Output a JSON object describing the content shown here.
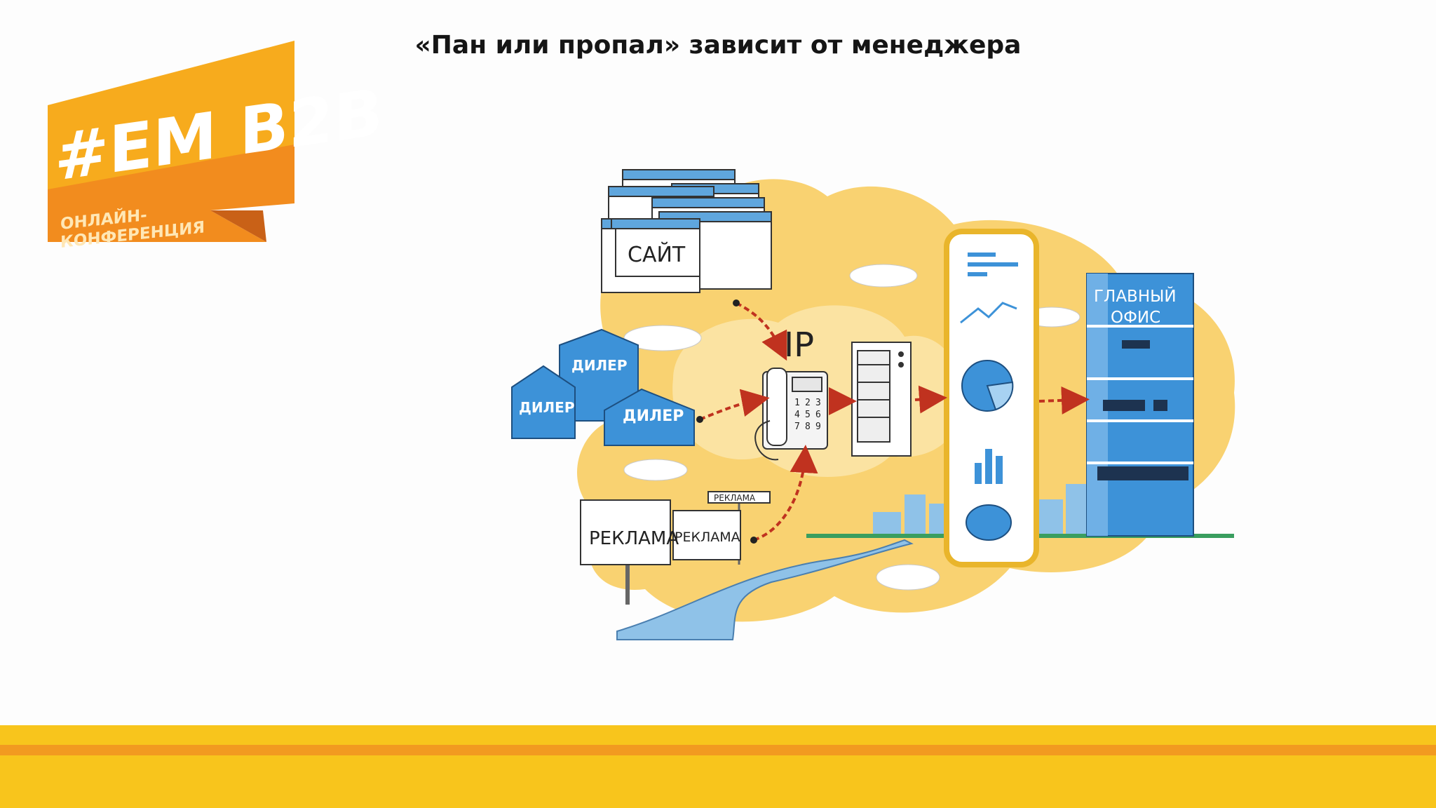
{
  "slide": {
    "title": "«Пан или пропал» зависит от менеджера"
  },
  "logo": {
    "hashtag": "#EM B2B",
    "subtitle_line1": "ОНЛАЙН-",
    "subtitle_line2": "КОНФЕРЕНЦИЯ"
  },
  "diagram": {
    "site_label": "САЙТ",
    "ip_label": "IP",
    "dealer_labels": [
      "ДИЛЕР",
      "ДИЛЕР",
      "ДИЛЕР"
    ],
    "ad_labels": [
      "РЕКЛАМА",
      "РЕКЛАМА",
      "РЕКЛАМА"
    ],
    "office_label_line1": "ГЛАВНЫЙ",
    "office_label_line2": "ОФИС",
    "phone_keys": [
      "1",
      "2",
      "3",
      "4",
      "5",
      "6",
      "7",
      "8",
      "9"
    ]
  },
  "colors": {
    "accent_yellow": "#f8c51c",
    "accent_orange": "#f29a20",
    "illustration_blue": "#3d92d8",
    "arrow_red": "#c0321f"
  }
}
